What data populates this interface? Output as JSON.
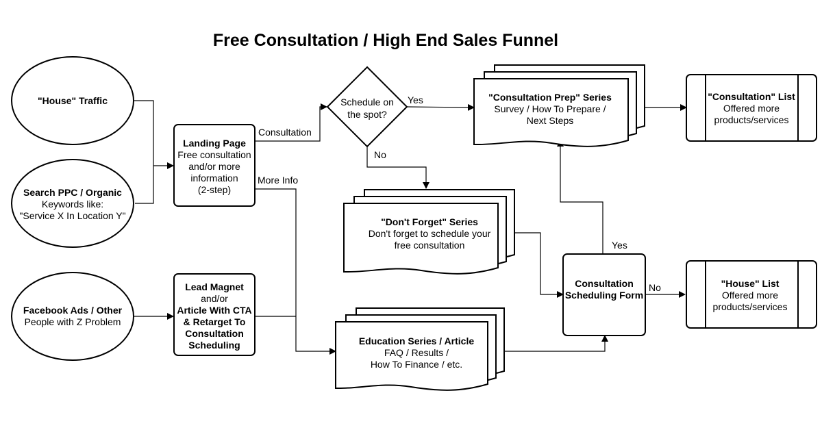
{
  "title": "Free Consultation / High End Sales Funnel",
  "sources": {
    "house_traffic": {
      "line1": "\"House\" Traffic"
    },
    "search": {
      "line1": "Search PPC / Organic",
      "line2": "Keywords like:",
      "line3": "\"Service X In Location Y\""
    },
    "facebook": {
      "line1": "Facebook Ads / Other",
      "line2": "People with Z Problem"
    }
  },
  "landing_page": {
    "line1": "Landing Page",
    "line2": "Free consultation",
    "line3": "and/or more",
    "line4": "information",
    "line5": "(2-step)"
  },
  "lead_magnet": {
    "line1": "Lead Magnet",
    "line2": "and/or",
    "line3": "Article With CTA",
    "line4": "& Retarget To",
    "line5": "Consultation",
    "line6": "Scheduling"
  },
  "decision": {
    "line1": "Schedule on",
    "line2": "the spot?"
  },
  "edge_labels": {
    "consultation": "Consultation",
    "more_info": "More Info",
    "yes_top": "Yes",
    "no_decision": "No",
    "yes_form": "Yes",
    "no_form": "No"
  },
  "consultation_prep": {
    "line1": "\"Consultation Prep\" Series",
    "line2": "Survey / How To Prepare /",
    "line3": "Next Steps"
  },
  "dont_forget": {
    "line1": "\"Don't Forget\" Series",
    "line2": "Don't forget to schedule your",
    "line3": "free consultation"
  },
  "education": {
    "line1": "Education Series / Article",
    "line2": "FAQ / Results /",
    "line3": "How To Finance / etc."
  },
  "scheduling_form": {
    "line1": "Consultation",
    "line2": "Scheduling Form"
  },
  "consultation_list": {
    "line1": "\"Consultation\" List",
    "line2": "Offered more",
    "line3": "products/services"
  },
  "house_list": {
    "line1": "\"House\" List",
    "line2": "Offered more",
    "line3": "products/services"
  }
}
